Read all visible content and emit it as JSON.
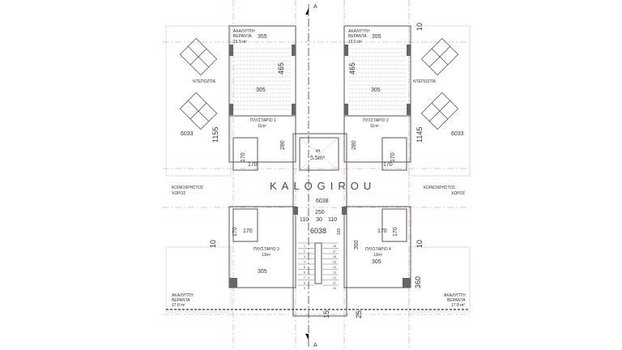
{
  "plan": {
    "section_marker": "A",
    "watermark": "KALOGIROU",
    "colors": {
      "walls": "#555555",
      "axes": "#e08a8a",
      "watermark": "#3a4a6a"
    },
    "units": [
      {
        "id": "1",
        "veranda_label": "ΑΚΑΛΥΠΤΗ",
        "veranda_label2": "ΒΕΡΑΝΤΑ",
        "veranda_area": "16.5 m²",
        "veranda_width": "355",
        "depth": "465",
        "width": "305",
        "room": "ΠΛΥΣΤΑΡΙΟ 1",
        "area": "11m²",
        "dim_280": "280",
        "bath1": "170",
        "bath2": "170"
      },
      {
        "id": "2",
        "veranda_label": "ΑΚΑΛΥΠΤΗ",
        "veranda_label2": "ΒΕΡΑΝΤΑ",
        "veranda_area": "16.5 m²",
        "veranda_width": "355",
        "depth": "465",
        "width": "305",
        "room": "ΠΛΥΣΤΑΡΙΟ 2",
        "area": "11m²",
        "dim_280": "280",
        "bath1": "170",
        "bath2": "170"
      },
      {
        "id": "3",
        "room": "ΠΛΥΣΤΑΡΙΟ 3",
        "area": "13m²",
        "width": "305",
        "bath1": "170",
        "bath2": "170"
      },
      {
        "id": "4",
        "room": "ΠΛΥΣΤΑΡΙΟ 4",
        "area": "13m²",
        "width": "305",
        "depth": "350",
        "bath1": "170",
        "bath2": "170"
      }
    ],
    "storage_left": "ΝΤΕΠΟΖΙΤΑ",
    "storage_right": "ΝΤΕΠΟΖΙΤΑ",
    "level_left": "6033",
    "level_right": "6033",
    "level_center_top": "6038",
    "level_center": "6038",
    "dim_left": "1155",
    "dim_right": "1145",
    "dim_top_right": "10",
    "dim_left_mid": "10",
    "dim_right_mid": "10",
    "dim_360": "360",
    "dim_15": "15",
    "dim_25": "25",
    "common_left": [
      "ΚΟΙΝΟΧΡΗΣΤΟΣ",
      "ΧΩΡΟΣ"
    ],
    "common_right": [
      "ΚΟΙΝΟΧΡΗΣΤΟΣ",
      "ΧΩΡΟΣ"
    ],
    "lift": {
      "label": "lift",
      "area": "5.5m²"
    },
    "stair_dims": {
      "w": "250",
      "a": "110",
      "b": "30",
      "c": "110",
      "h": "165"
    },
    "stair_steps": [
      "1",
      "2",
      "3",
      "4",
      "5",
      "6",
      "7",
      "8",
      "9",
      "10",
      "11",
      "12",
      "13",
      "14",
      "15",
      "16",
      "17",
      "18"
    ],
    "bottom_veranda_left": [
      "ΑΚΑΛΥΠΤΗ",
      "ΒΕΡΑΝΤΑ",
      "17.8 m²"
    ],
    "bottom_veranda_right": [
      "ΑΚΑΛΥΠΤΗ",
      "ΒΕΡΑΝΤΑ",
      "17.8 m²"
    ]
  }
}
